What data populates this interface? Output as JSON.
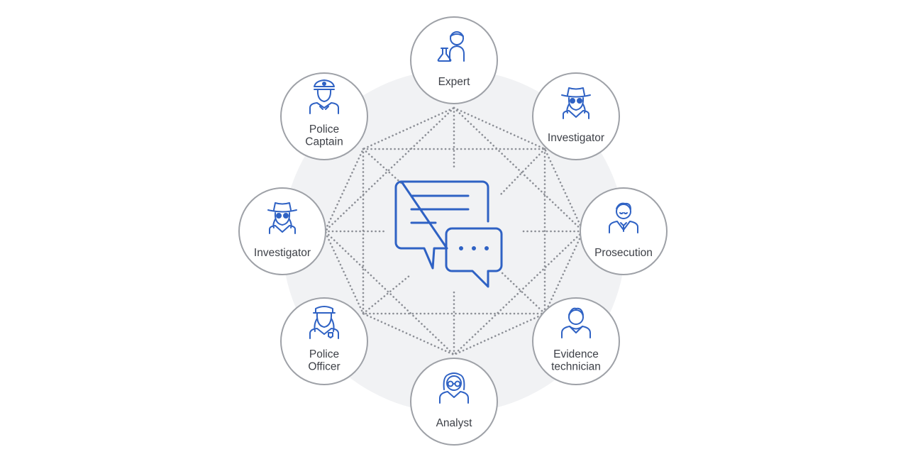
{
  "colors": {
    "accent": "#2f62c4",
    "node_border": "#9ea1a7",
    "connector": "#8c8f96",
    "backdrop": "#f1f2f4",
    "label": "#3d4047"
  },
  "center": {
    "icon": "chat-bubbles-icon"
  },
  "nodes": [
    {
      "id": "expert",
      "icon": "scientist-icon",
      "label_lines": [
        "Expert"
      ]
    },
    {
      "id": "investigator-right",
      "icon": "detective-icon",
      "label_lines": [
        "Investigator"
      ]
    },
    {
      "id": "prosecution",
      "icon": "lawyer-icon",
      "label_lines": [
        "Prosecution"
      ]
    },
    {
      "id": "evidence-technician",
      "icon": "technician-icon",
      "label_lines": [
        "Evidence",
        "technician"
      ]
    },
    {
      "id": "analyst",
      "icon": "analyst-icon",
      "label_lines": [
        "Analyst"
      ]
    },
    {
      "id": "police-officer",
      "icon": "police-officer-icon",
      "label_lines": [
        "Police",
        "Officer"
      ]
    },
    {
      "id": "investigator-left",
      "icon": "detective-icon",
      "label_lines": [
        "Investigator"
      ]
    },
    {
      "id": "police-captain",
      "icon": "police-captain-icon",
      "label_lines": [
        "Police",
        "Captain"
      ]
    }
  ]
}
